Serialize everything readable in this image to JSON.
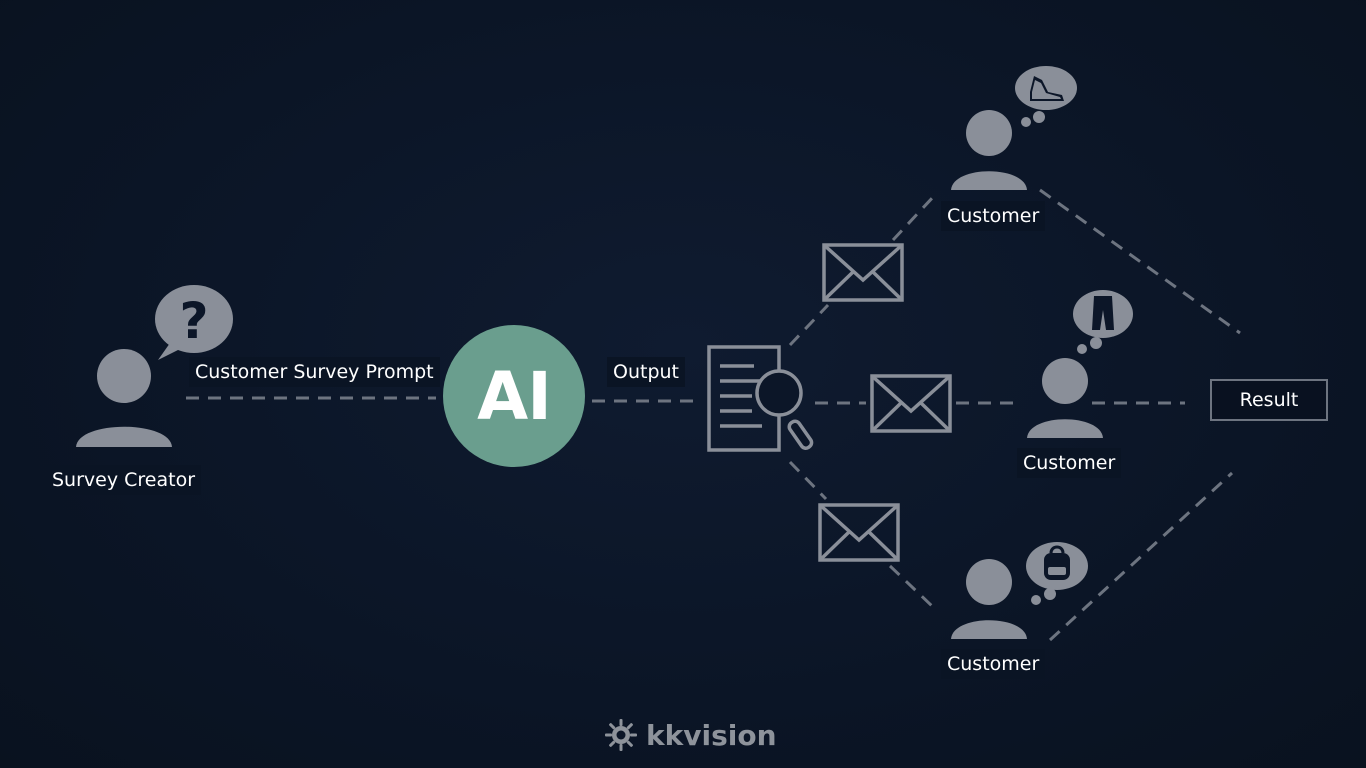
{
  "nodes": {
    "creator_label": "Survey Creator",
    "prompt_label": "Customer Survey Prompt",
    "ai_label": "AI",
    "output_label": "Output",
    "customer_top_label": "Customer",
    "customer_mid_label": "Customer",
    "customer_bottom_label": "Customer",
    "result_label": "Result"
  },
  "footer": {
    "brand": "kkvision"
  },
  "icons": {
    "creator_thought": "question-mark-icon",
    "customer_top_thought": "sneaker-icon",
    "customer_mid_thought": "pants-icon",
    "customer_bottom_thought": "backpack-icon",
    "document": "document-search-icon",
    "message": "envelope-icon",
    "brand": "gear-sun-icon"
  },
  "colors": {
    "background": "#0c1628",
    "ai_circle": "#6a9e8e",
    "icon_gray": "#8a8f99",
    "line_gray": "#6d7480",
    "text": "#ffffff",
    "brand_text": "#8e939b"
  }
}
